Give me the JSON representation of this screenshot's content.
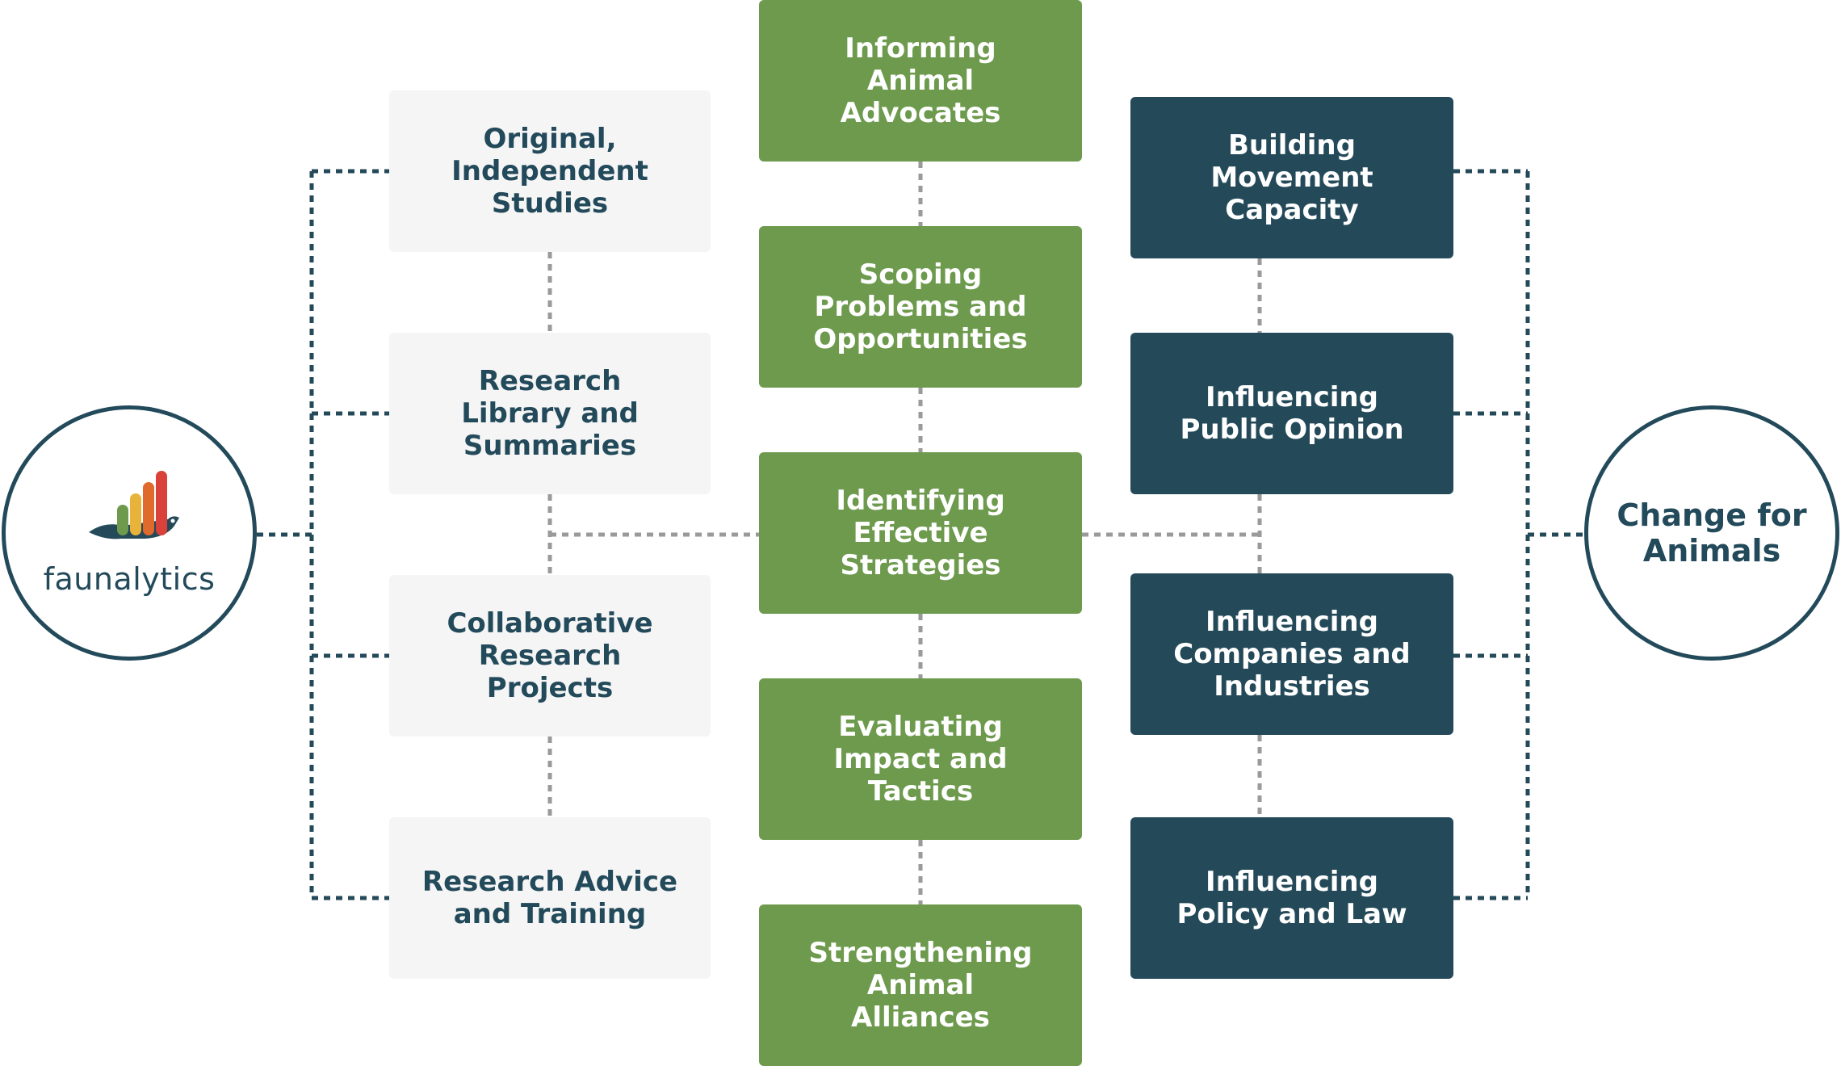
{
  "source": {
    "logo_text": "faunalytics"
  },
  "target": {
    "label": "Change for\nAnimals"
  },
  "left_column": [
    "Original,\nIndependent\nStudies",
    "Research\nLibrary and\nSummaries",
    "Collaborative\nResearch\nProjects",
    "Research Advice\nand Training"
  ],
  "middle_column": [
    "Informing\nAnimal\nAdvocates",
    "Scoping\nProblems and\nOpportunities",
    "Identifying\nEffective\nStrategies",
    "Evaluating\nImpact and\nTactics",
    "Strengthening\nAnimal\nAlliances"
  ],
  "right_column": [
    "Building\nMovement\nCapacity",
    "Influencing\nPublic Opinion",
    "Influencing\nCompanies and\nIndustries",
    "Influencing\nPolicy and Law"
  ],
  "colors": {
    "navy": "#244a5a",
    "green": "#6d9a4d",
    "light": "#f5f5f5",
    "connector_gray": "#9a9a9a",
    "logo_bars": [
      "#6d9a4d",
      "#e8b33a",
      "#e06a2c",
      "#d9413a"
    ]
  }
}
